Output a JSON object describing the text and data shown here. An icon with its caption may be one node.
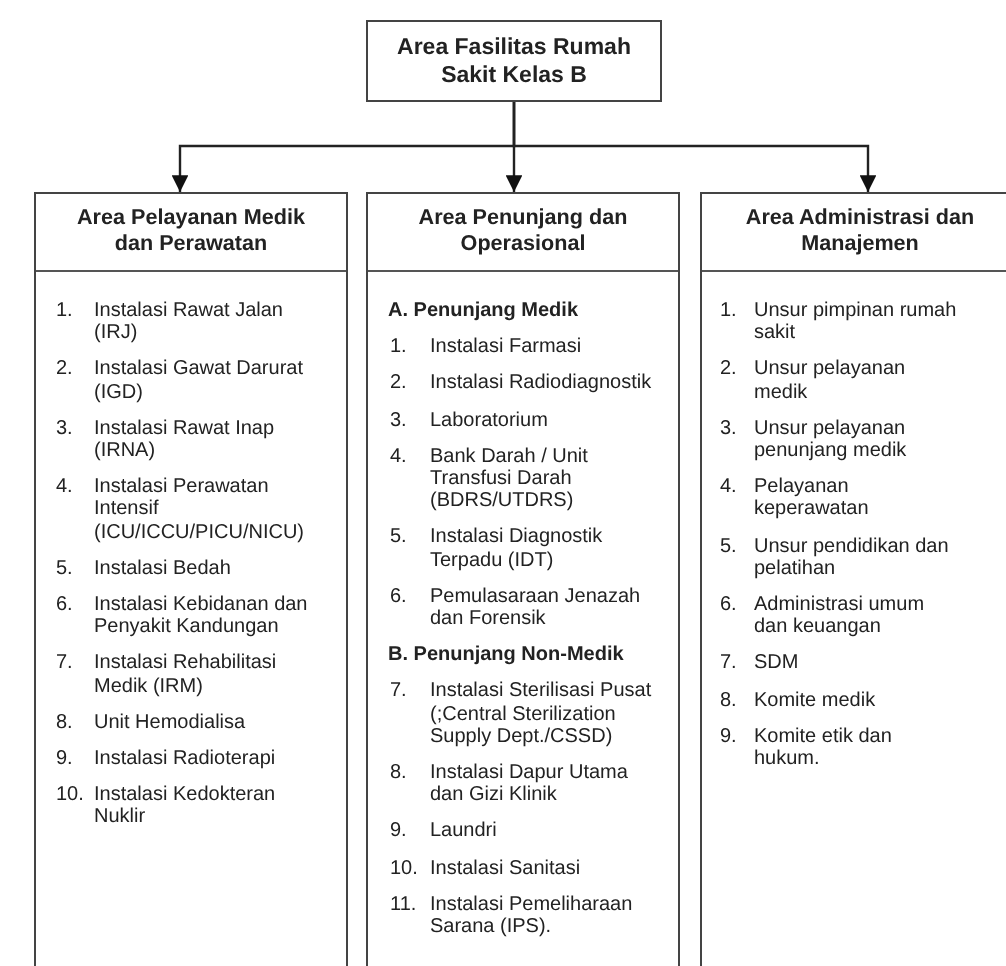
{
  "diagram": {
    "nodes": [
      {
        "text": [
          "Area Fasilitas Rumah Sakit Kelas B"
        ]
      },
      {
        "text": [
          "Area Pelayanan Medik dan Perawatan",
          "1. Instalasi Rawat Jalan (IRJ)",
          "2. Instalasi Gawat Darurat (IGD)",
          "3. Instalasi Rawat Inap (IRNA)",
          "4. Instalasi Perawatan Intensif (ICU/ICCU/PICU/NICU)",
          "5. Instalasi Bedah",
          "6. Instalasi Kebidanan dan Penyakit Kandungan",
          "7. Instalasi Rehabilitasi Medik (IRM)",
          "8. Unit Hemodialisa",
          "9. Instalasi Radioterapi",
          "10. Instalasi Kedokteran Nuklir"
        ]
      },
      {
        "text": [
          "Area Penunjang dan Operasional",
          "**A. Penunjang Medik**",
          "1. Instalasi Farmasi",
          "2. Instalasi Radiodiagnostik",
          "3. Laboratorium",
          "4. Bank Darah / Unit Transfusi Darah (BDRS/UTDRS)",
          "5. Instalasi Diagnostik Terpadu (IDT)",
          "6. Pemulasaraan Jenazah dan Forensik",
          "**B. Penunjang Non-Medik**",
          "7. Instalasi Sterilisasi Pusat (;Central Sterilization Supply Dept./CSSD)",
          "8. Instalasi Dapur Utama dan Gizi Klinik",
          "9. Laundri",
          "10. Instalasi Sanitasi",
          "11. Instalasi Pemeliharaan Sarana (IPS)."
        ]
      },
      {
        "text": [
          "Area Administrasi dan Manajemen",
          "1. Unsur pimpinan rumah sakit",
          "2. Unsur  pelayanan medik",
          "3. Unsur pelayanan penunjang medik",
          "4. Pelayanan keperawatan",
          "5. Unsur pendidikan dan pelatihan",
          "6. Administrasi umum dan keuangan",
          "7. SDM",
          "8. Komite medik",
          "9. Komite etik dan hukum."
        ]
      }
    ],
    "edges": [
      {
        "from": 0,
        "to": 1,
        "arrow": "to"
      },
      {
        "from": 0,
        "to": 2,
        "arrow": "to"
      },
      {
        "from": 0,
        "to": 3,
        "arrow": "to"
      }
    ]
  }
}
